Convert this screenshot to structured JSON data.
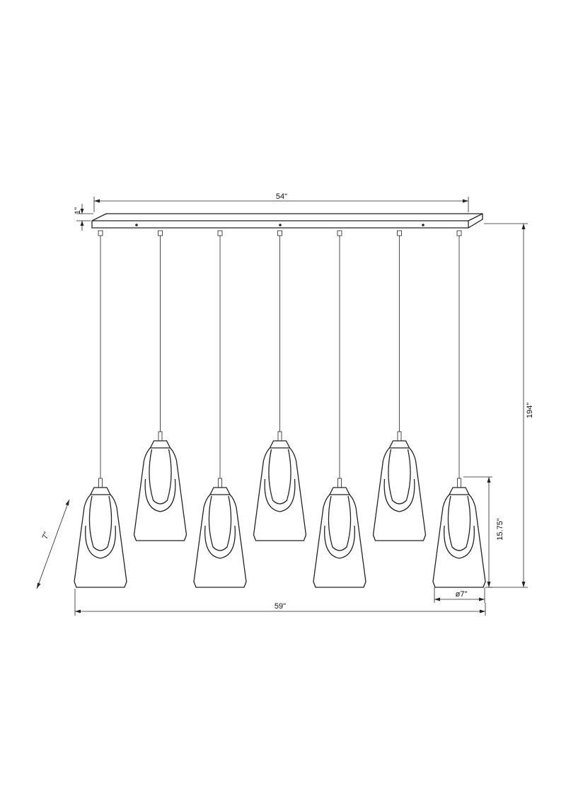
{
  "dimensions": {
    "canopy_length": "54\"",
    "canopy_height": "1\"",
    "overall_height": "194\"",
    "pendant_height": "15.75\"",
    "pendant_diameter": "ø7\"",
    "overall_width": "59\"",
    "depth": "7\""
  },
  "pendants": {
    "count": 7,
    "low_positions": [
      1,
      3,
      5,
      7
    ],
    "high_positions": [
      2,
      4,
      6
    ]
  },
  "colors": {
    "line": "#222222",
    "background": "#ffffff"
  }
}
